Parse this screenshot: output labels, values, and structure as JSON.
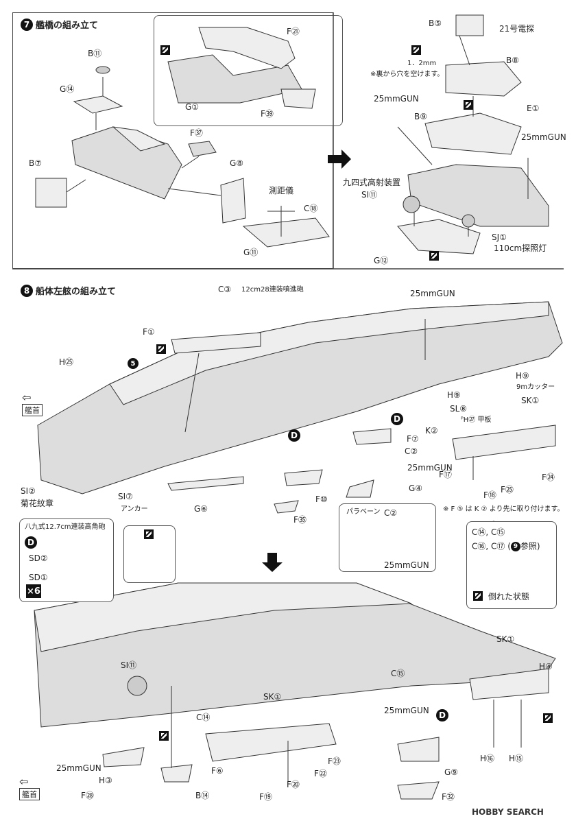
{
  "step7": {
    "num": "7",
    "title": "艦橋の組み立て"
  },
  "step8": {
    "num": "8",
    "title": "船体左舷の組み立て"
  },
  "p7_left": {
    "b11": "B⑪",
    "g14": "G⑭",
    "b7": "B⑦",
    "f37": "F㊲",
    "g8": "G⑧",
    "sokkyogi": "測距儀",
    "c18": "C⑱",
    "g11": "G⑪",
    "f21": "F㉑",
    "g1": "G①",
    "f39": "F㊴"
  },
  "p7_right": {
    "b5": "B⑤",
    "radar": "21号電探",
    "drill_size": "1．2mm",
    "drill_note": "※裏から穴を空けます。",
    "b8": "B⑧",
    "gun25a": "25mmGUN",
    "b9": "B⑨",
    "e1": "E①",
    "gun25b": "25mmGUN",
    "director": "九四式高射装置",
    "si11": "SI⑪",
    "sj1": "SJ①",
    "light": "110cm探照灯",
    "g12": "G⑫"
  },
  "p8_top": {
    "c3": "C③",
    "c3_desc": "12cm28連装噴進砲",
    "f1": "F①",
    "mark5": "5",
    "h25": "H㉕",
    "gun25_top": "25mmGUN",
    "h9a": "H⑨",
    "cutter": "9mカッター",
    "h9b": "H⑨",
    "sl8": "SL⑧",
    "sk1": "SK①",
    "deck_ph": "ᴾH㉗ 甲板",
    "k2": "K②",
    "f7": "F⑦",
    "c2": "C②",
    "gun25c": "25mmGUN",
    "bow": "艦首",
    "si2": "SI②",
    "kikka": "菊花紋章",
    "si7": "SI⑦",
    "anchor": "アンカー",
    "g6": "G⑥",
    "f10": "F⑩",
    "f35": "F㉟",
    "g4": "G④",
    "f17": "F⑰",
    "f18": "F⑱",
    "f25": "F㉕",
    "f24": "F㉔",
    "note_f5": "※ F ⑤ は K ② より先に取り付けます。",
    "paravane": "パラベーン",
    "pv_c2": "C②",
    "pv_gun": "25mmGUN"
  },
  "p8_mid": {
    "aa_title": "八九式12.7cm連装高角砲",
    "sd2": "SD②",
    "sd1": "SD①",
    "x6": "×6",
    "ref_line1": "C⑭, C⑮",
    "ref_line2": "C⑯, C⑰",
    "ref_step": "9",
    "ref_suffix": "参照",
    "fallen": "倒れた状態"
  },
  "p8_bottom": {
    "si11": "SI⑪",
    "c14": "C⑭",
    "sk1a": "SK①",
    "c15": "C⑮",
    "gun25d": "25mmGUN",
    "sk1b": "SK①",
    "h4": "H④",
    "gun25e": "25mmGUN",
    "h3": "H③",
    "f28": "F㉘",
    "b14": "B⑭",
    "f6": "F⑥",
    "f23": "F㉓",
    "f22": "F㉒",
    "f20": "F⑳",
    "f19": "F⑲",
    "g9": "G⑨",
    "f32": "F㉜",
    "h16": "H⑯",
    "h15": "H⑮",
    "bow": "艦首"
  },
  "watermark": "HOBBY SEARCH"
}
